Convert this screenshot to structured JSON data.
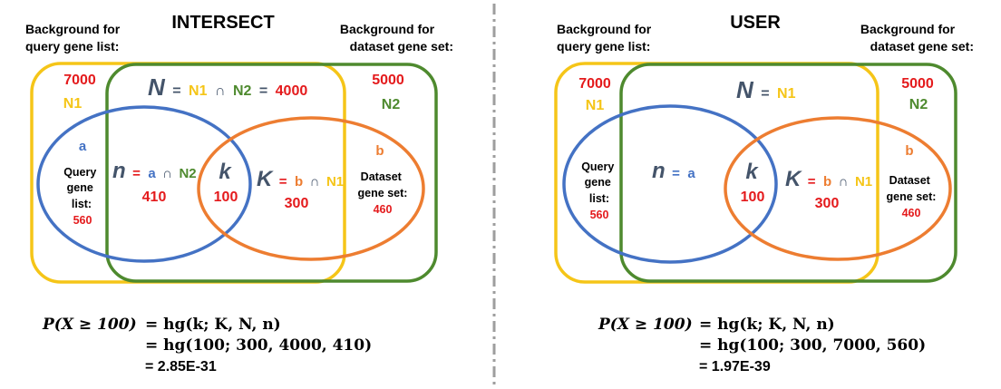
{
  "colors": {
    "red": "#e41a1c",
    "yellow": "#f5c518",
    "green": "#4e8a2e",
    "blue": "#4472c4",
    "orange": "#ed7d31",
    "slate": "#44546a",
    "divider": "#9e9e9e"
  },
  "left": {
    "title": "INTERSECT",
    "bg_query_l1": "Background for",
    "bg_query_l2": "query gene list:",
    "bg_dataset_l1": "Background for",
    "bg_dataset_l2": "dataset gene set:",
    "n1_value": "7000",
    "n1_label": "N1",
    "n2_value": "5000",
    "n2_label": "N2",
    "big_n": "N",
    "big_n_eq": "=",
    "big_n_n1": "N1",
    "big_n_cap": "∩",
    "big_n_n2": "N2",
    "big_n_eq2": "=",
    "big_n_val": "4000",
    "a_label": "a",
    "query_l1": "Query",
    "query_l2": "gene",
    "query_l3": "list:",
    "query_val": "560",
    "small_n": "n",
    "small_n_eq": "=",
    "small_n_a": "a",
    "small_n_cap": "∩",
    "small_n_n2": "N2",
    "small_n_val": "410",
    "k": "k",
    "k_val": "100",
    "big_k": "K",
    "big_k_eq": "=",
    "big_k_b": "b",
    "big_k_cap": "∩",
    "big_k_n1": "N1",
    "big_k_val": "300",
    "b_label": "b",
    "dataset_l1": "Dataset",
    "dataset_l2": "gene set:",
    "dataset_val": "460",
    "f1_lhs": "P(X ≥ 100)",
    "f1_rhs": "= hg(k; K, N, n)",
    "f2": "= hg(100; 300, 4000, 410)",
    "f3": "= 2.85E-31"
  },
  "right": {
    "title": "USER",
    "bg_query_l1": "Background for",
    "bg_query_l2": "query gene list:",
    "bg_dataset_l1": "Background for",
    "bg_dataset_l2": "dataset gene set:",
    "n1_value": "7000",
    "n1_label": "N1",
    "n2_value": "5000",
    "n2_label": "N2",
    "big_n": "N",
    "big_n_eq": "=",
    "big_n_n1": "N1",
    "query_l1": "Query",
    "query_l2": "gene",
    "query_l3": "list:",
    "query_val": "560",
    "small_n": "n",
    "small_n_eq": "=",
    "small_n_a": "a",
    "k": "k",
    "k_val": "100",
    "big_k": "K",
    "big_k_eq": "=",
    "big_k_b": "b",
    "big_k_cap": "∩",
    "big_k_n1": "N1",
    "big_k_val": "300",
    "b_label": "b",
    "dataset_l1": "Dataset",
    "dataset_l2": "gene set:",
    "dataset_val": "460",
    "f1_lhs": "P(X ≥ 100)",
    "f1_rhs": "= hg(k; K, N, n)",
    "f2": "= hg(100; 300, 7000, 560)",
    "f3": "= 1.97E-39"
  }
}
